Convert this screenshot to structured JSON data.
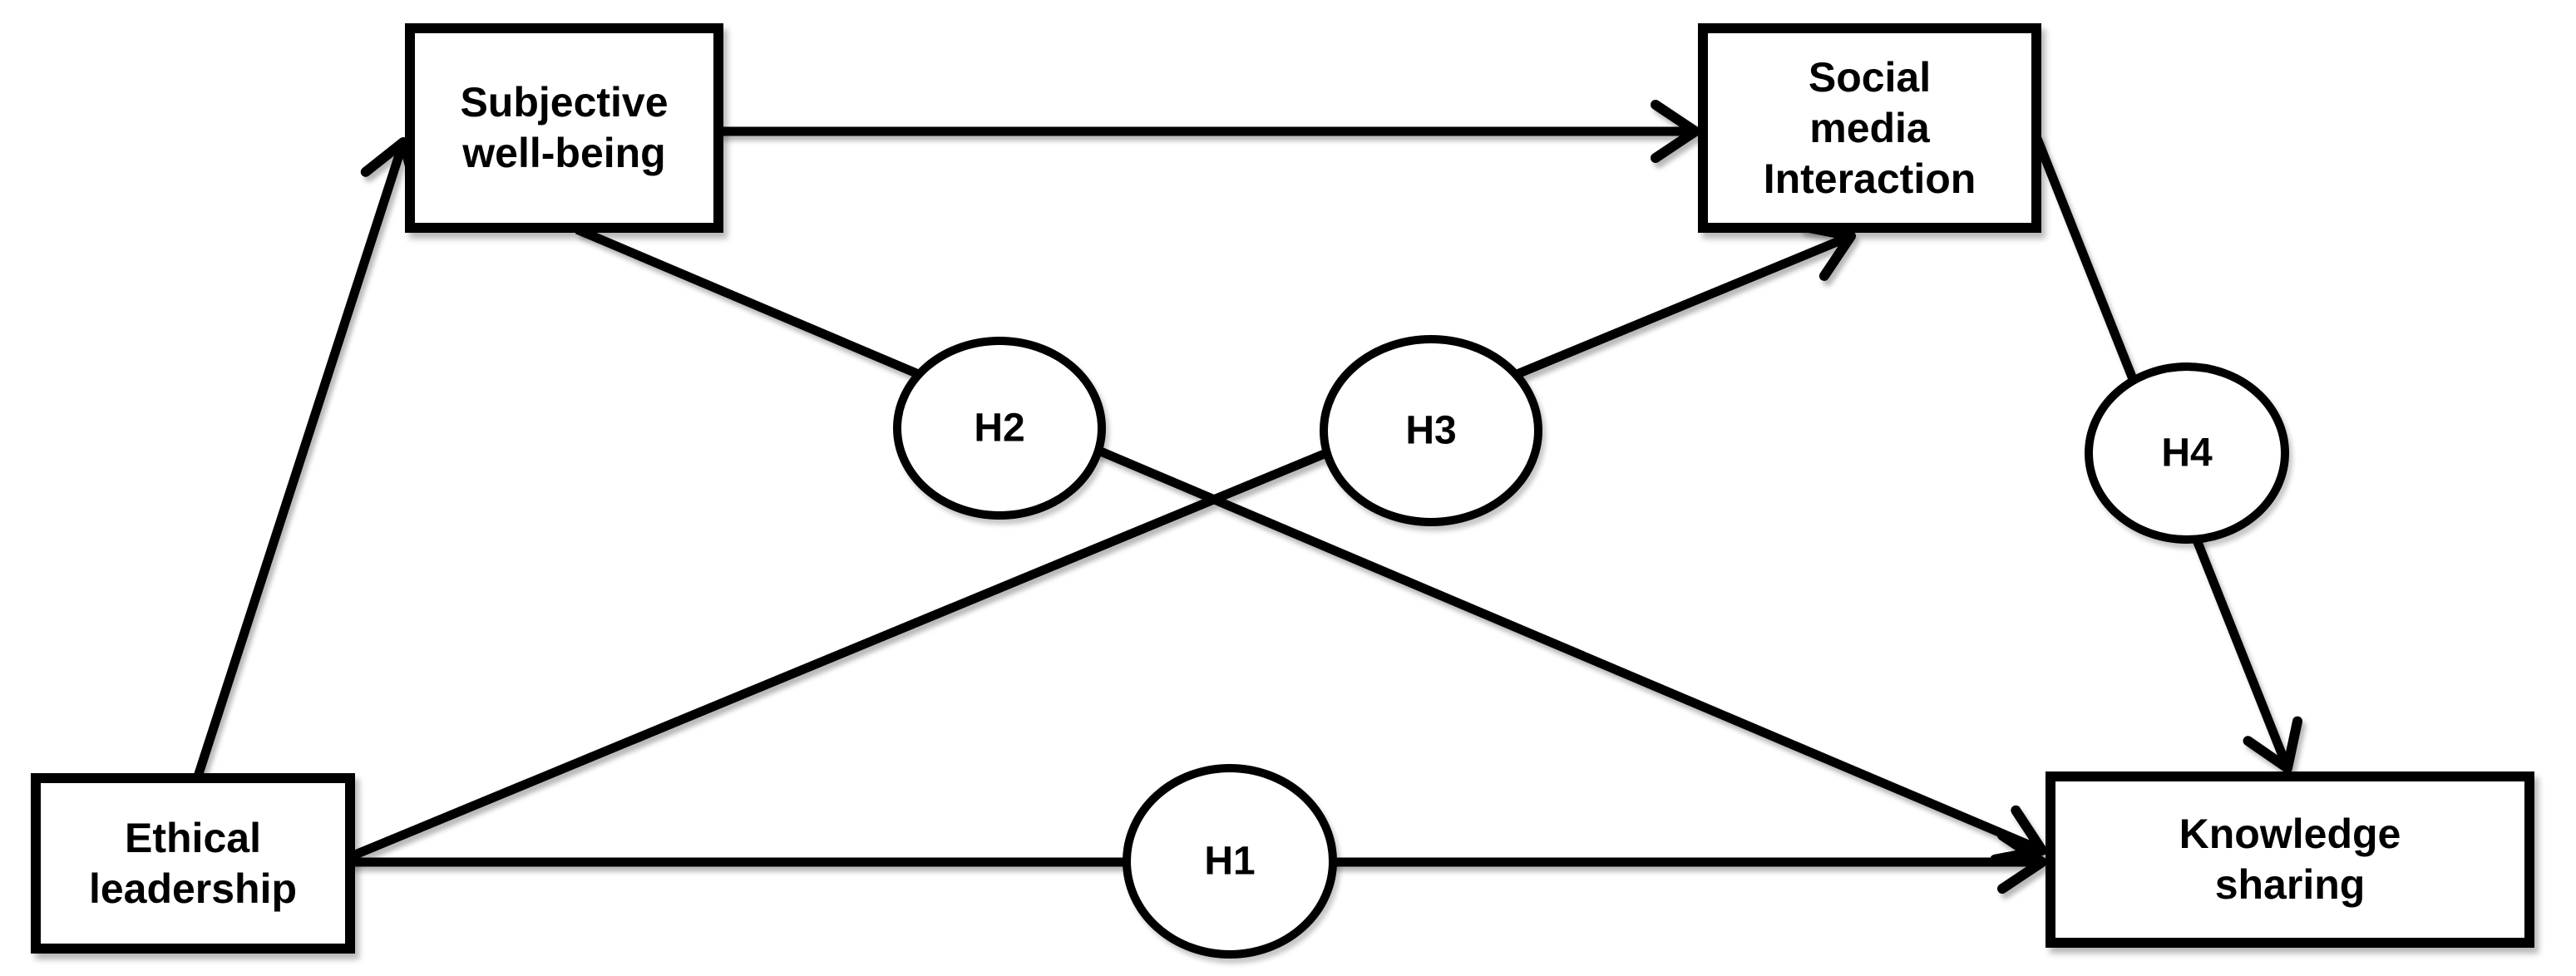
{
  "colors": {
    "background": "#ffffff",
    "line": "#000000",
    "node_fill": "#ffffff",
    "text": "#000000"
  },
  "nodes": {
    "subjective_well_being": {
      "lines": [
        "Subjective",
        "well-being"
      ]
    },
    "social_media_interaction": {
      "lines": [
        "Social",
        "media",
        "Interaction"
      ]
    },
    "ethical_leadership": {
      "lines": [
        "Ethical",
        "leadership"
      ]
    },
    "knowledge_sharing": {
      "lines": [
        "Knowledge",
        "sharing"
      ]
    }
  },
  "edges": [
    {
      "from": "ethical_leadership",
      "to": "subjective_well_being",
      "label": ""
    },
    {
      "from": "subjective_well_being",
      "to": "social_media_interaction",
      "label": ""
    },
    {
      "from": "ethical_leadership",
      "to": "knowledge_sharing",
      "label": "H1"
    },
    {
      "from": "subjective_well_being",
      "to": "knowledge_sharing",
      "label": "H2"
    },
    {
      "from": "ethical_leadership",
      "to": "social_media_interaction",
      "label": "H3"
    },
    {
      "from": "social_media_interaction",
      "to": "knowledge_sharing",
      "label": "H4"
    }
  ]
}
